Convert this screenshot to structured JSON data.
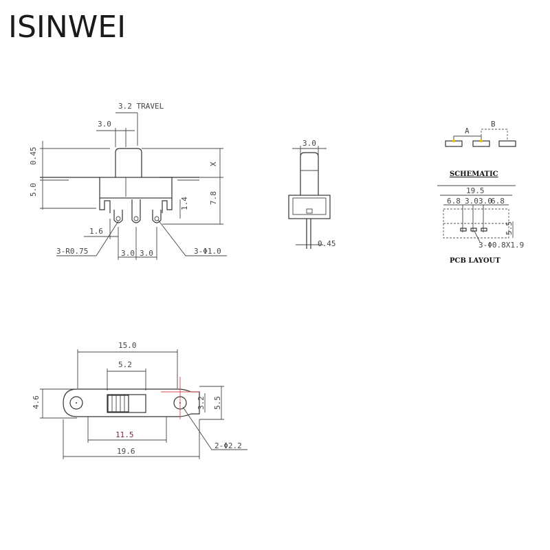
{
  "brand": "ISINWEI",
  "side_view": {
    "travel": "3.2 TRAVEL",
    "actuator_width": "3.0",
    "d_045": "0.45",
    "d_x": "X",
    "d_50": "5.0",
    "d_78": "7.8",
    "d_14": "1.4",
    "d_16": "1.6",
    "radius": "3-R0.75",
    "pitch_a": "3.0",
    "pitch_b": "3.0",
    "hole": "3-Φ1.0"
  },
  "end_view": {
    "width": "3.0",
    "pin": "0.45"
  },
  "schematic": {
    "a": "A",
    "b": "B",
    "title": "SCHEMATIC"
  },
  "pcb": {
    "overall": "19.5",
    "d1": "6.8",
    "d2": "3.0",
    "d3": "3.0",
    "d4": "6.8",
    "height": "5.5",
    "holes": "3-Φ0.8X1.9",
    "title": "PCB LAYOUT"
  },
  "top_view": {
    "d_150": "15.0",
    "d_52": "5.2",
    "d_46": "4.6",
    "d_32": "3.2",
    "d_55": "5.5",
    "d_115": "11.5",
    "d_196": "19.6",
    "mount": "2-Φ2.2"
  }
}
